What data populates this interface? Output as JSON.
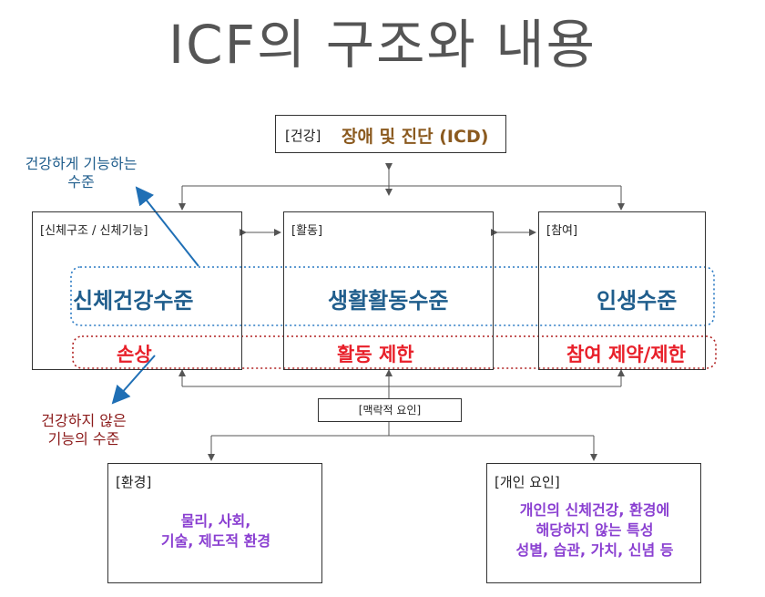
{
  "title": "ICF의 구조와 내용",
  "health": {
    "tag": "[건강]",
    "label": "장애 및 진단 (ICD)"
  },
  "body": {
    "tag": "[신체구조 / 신체기능]",
    "level": "신체건강수준",
    "limitation": "손상"
  },
  "activity": {
    "tag": "[활동]",
    "level": "생활활동수준",
    "limitation": "활동 제한"
  },
  "participation": {
    "tag": "[참여]",
    "level": "인생수준",
    "limitation": "참여 제약/제한"
  },
  "healthy_note": {
    "line1": "건강하게 기능하는",
    "line2": "수준"
  },
  "unhealthy_note": {
    "line1": "건강하지 않은",
    "line2": "기능의 수준"
  },
  "context": {
    "label": "[맥락적 요인]"
  },
  "environment": {
    "tag": "[환경]",
    "line1": "물리, 사회,",
    "line2": "기술, 제도적 환경"
  },
  "personal": {
    "tag": "[개인 요인]",
    "line1": "개인의 신체건강, 환경에",
    "line2": "해당하지 않는 특성",
    "line3": "성별, 습관, 가치, 신념 등"
  },
  "colors": {
    "blue": "#1f5d8c",
    "red": "#e8202a",
    "darkred": "#8b1a1a",
    "purple": "#8a3fd1",
    "brown": "#8b5a1f"
  }
}
